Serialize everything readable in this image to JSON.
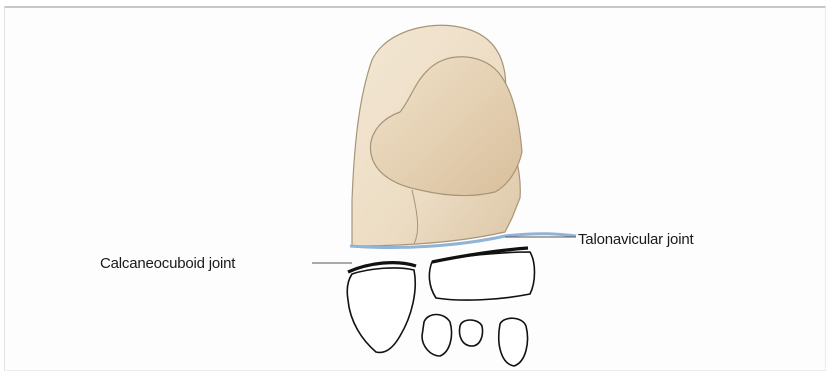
{
  "figure": {
    "subject": "foot bones — calcaneus, talus, navicular, cuboid, cuneiforms",
    "labels": {
      "calcaneocuboid_joint": "Calcaneocuboid joint",
      "talonavicular_joint": "Talonavicular joint"
    },
    "colors": {
      "bone_fill": "#efe0c8",
      "bone_shadow": "#d9c3a4",
      "bone_outline": "#a89578",
      "joint_line_dark": "#111111",
      "joint_line_blue": "#8fb4d6"
    }
  }
}
